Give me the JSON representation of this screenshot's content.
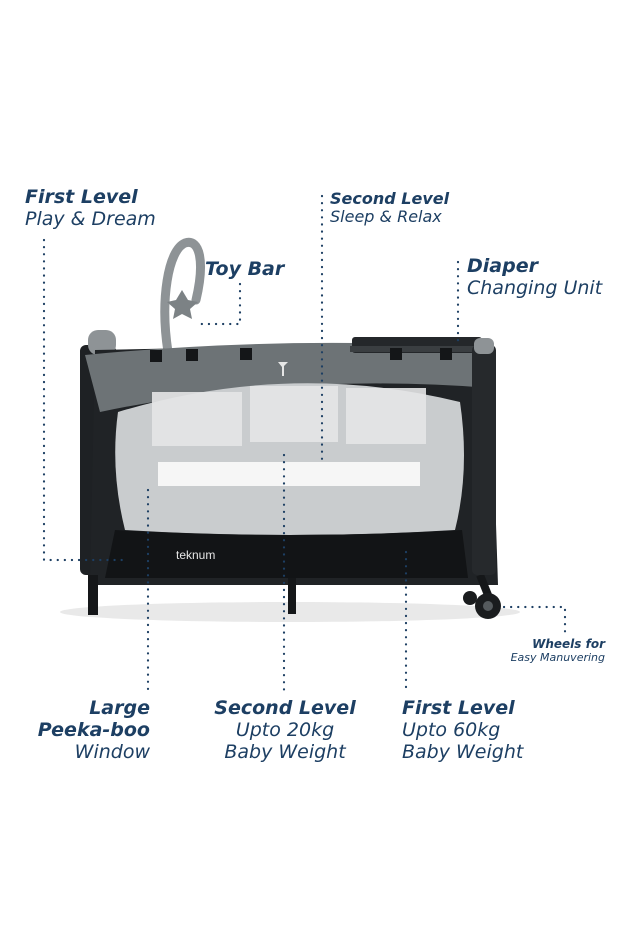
{
  "labels": {
    "first_level_top": {
      "line1": "First Level",
      "line2": "Play & Dream"
    },
    "second_level_top": {
      "line1": "Second Level",
      "line2": "Sleep & Relax"
    },
    "toy_bar": {
      "line1": "Toy Bar"
    },
    "diaper_unit": {
      "line1": "Diaper",
      "line2": "Changing Unit"
    },
    "wheels": {
      "line1": "Wheels for",
      "line2": "Easy Manuvering"
    },
    "peekaboo": {
      "line1": "Large",
      "line2": "Peeka-boo",
      "line3": "Window"
    },
    "second_level_bottom": {
      "line1": "Second Level",
      "line2": "Upto 20kg",
      "line3": "Baby Weight"
    },
    "first_level_bottom": {
      "line1": "First Level",
      "line2": "Upto 60kg",
      "line3": "Baby Weight"
    }
  },
  "brand": {
    "name": "teknum"
  },
  "colors": {
    "label_text": "#1d3f63",
    "dotted_line": "#1d3f63",
    "frame_dark": "#1e2124",
    "frame_grey": "#6d7376",
    "mesh": "#c9ccce"
  }
}
